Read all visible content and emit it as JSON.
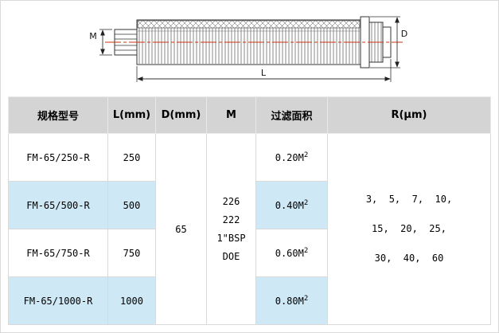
{
  "drawing": {
    "dim_m": "M",
    "dim_d": "D",
    "dim_l": "L"
  },
  "table": {
    "headers": {
      "model": "规格型号",
      "l": "L(mm)",
      "d": "D(mm)",
      "m": "M",
      "area": "过滤面积",
      "r": "R(μm)"
    },
    "rows": [
      {
        "model": "FM-65/250-R",
        "l": "250",
        "area": "0.20M",
        "area_sup": "2"
      },
      {
        "model": "FM-65/500-R",
        "l": "500",
        "area": "0.40M",
        "area_sup": "2"
      },
      {
        "model": "FM-65/750-R",
        "l": "750",
        "area": "0.60M",
        "area_sup": "2"
      },
      {
        "model": "FM-65/1000-R",
        "l": "1000",
        "area": "0.80M",
        "area_sup": "2"
      }
    ],
    "d_value": "65",
    "m_lines": [
      "226",
      "222",
      "1\"BSP",
      "DOE"
    ],
    "r_lines": [
      "3,  5,  7,  10,",
      "15,  20,  25,",
      "30,  40,  60"
    ]
  }
}
